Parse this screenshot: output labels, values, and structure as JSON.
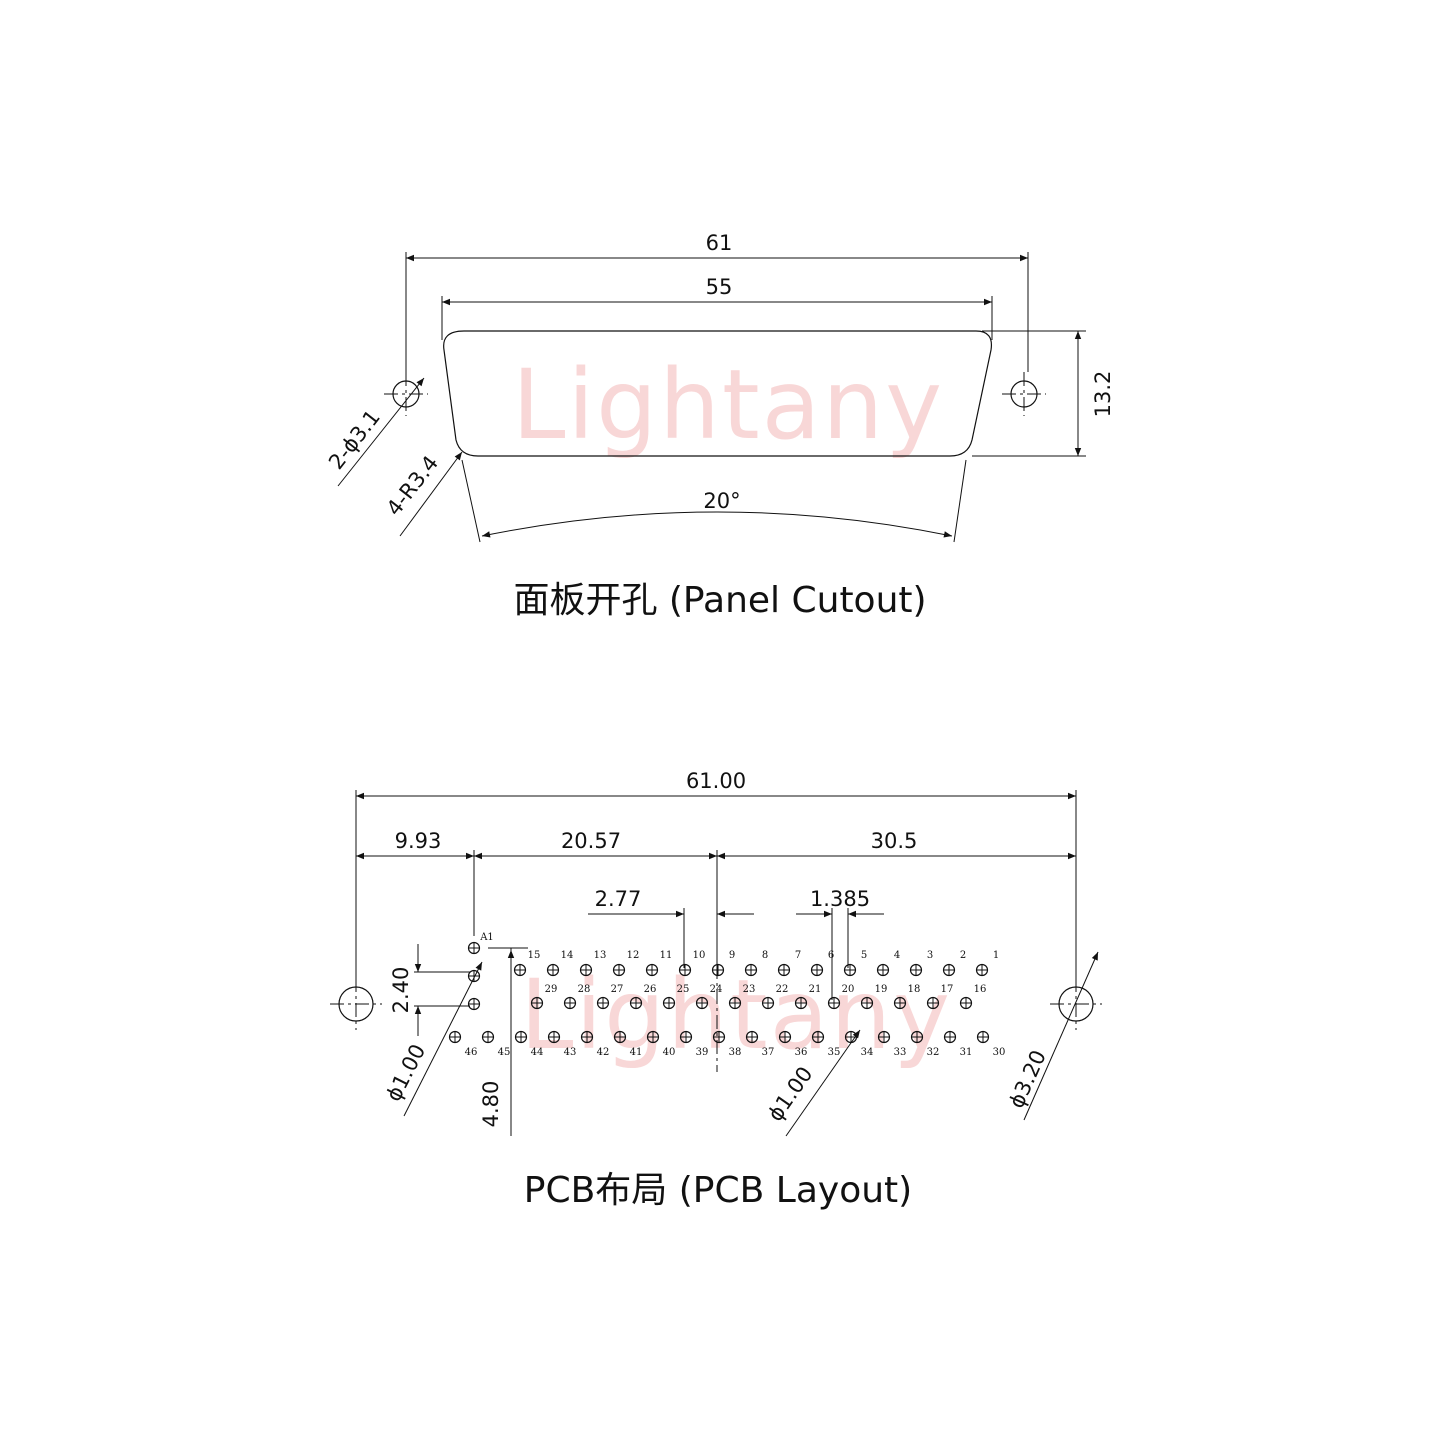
{
  "watermark": "Lightany",
  "panel": {
    "caption": "面板开孔 (Panel Cutout)",
    "dim_total_width": "61",
    "dim_cutout_width": "55",
    "dim_height": "13.2",
    "dim_angle": "20°",
    "dim_holes": "2-ϕ3.1",
    "dim_radius": "4-R3.4"
  },
  "pcb": {
    "caption": "PCB布局 (PCB Layout)",
    "dim_total": "61.00",
    "dim_left": "9.93",
    "dim_mid": "20.57",
    "dim_right": "30.5",
    "dim_pitch": "2.77",
    "dim_half_pitch": "1.385",
    "dim_row_spacing": "2.40",
    "dim_row_offset": "4.80",
    "dim_pin_dia_left": "ϕ1.00",
    "dim_pin_dia_right": "ϕ1.00",
    "dim_mount_dia": "ϕ3.20",
    "pin_a1_label": "A1",
    "row1_labels": [
      "15",
      "14",
      "13",
      "12",
      "11",
      "10",
      "9",
      "8",
      "7",
      "6",
      "5",
      "4",
      "3",
      "2",
      "1"
    ],
    "row2_labels": [
      "29",
      "28",
      "27",
      "26",
      "25",
      "24",
      "23",
      "22",
      "21",
      "20",
      "19",
      "18",
      "17",
      "16"
    ],
    "row3_labels": [
      "46",
      "45",
      "44",
      "43",
      "42",
      "41",
      "40",
      "39",
      "38",
      "37",
      "36",
      "35",
      "34",
      "33",
      "32",
      "31",
      "30"
    ]
  }
}
